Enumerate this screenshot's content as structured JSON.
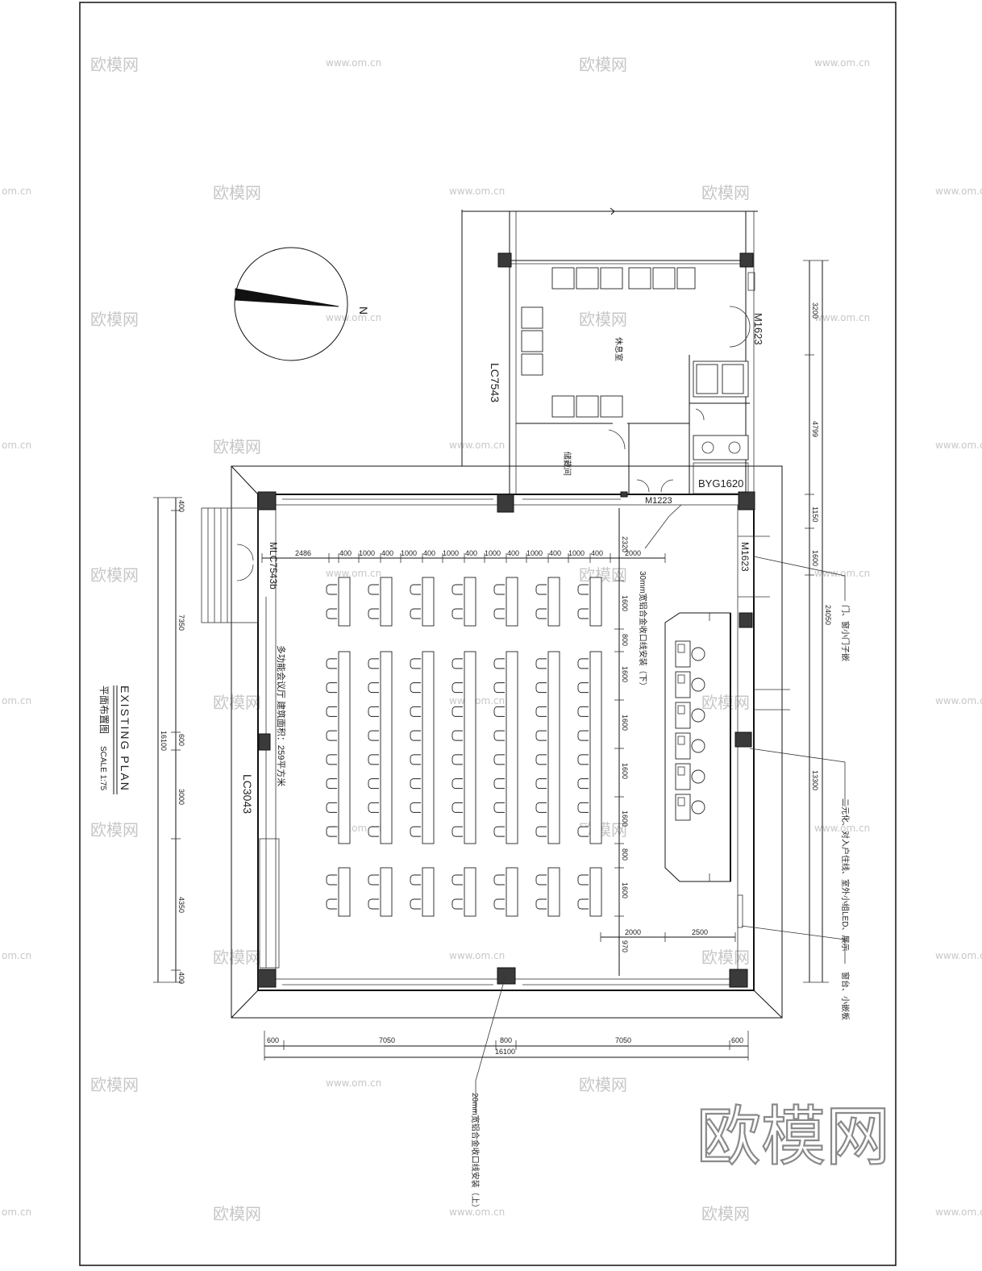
{
  "drawing": {
    "title_en": "EXISTING PLAN",
    "title_cn": "平面布置图",
    "scale": "SCALE 1:75",
    "north": "N"
  },
  "rooms": {
    "classroom_note": "多功能会议厅 建筑面积：259平方米",
    "lounge": "休息室",
    "storage": "储藏间",
    "label_right_top": "门、窗小门子嵌",
    "label_right_mid": "二元化、对入户住线、室外小组LED、展示",
    "label_right_bot": "窗台、小嵌板",
    "note_upper": "30mm宽铝合金收口线安装（下）",
    "note_bottom": "20mm宽铝合金收口线安装（上）"
  },
  "openings": {
    "mlc": "MLC7543b",
    "lc3043": "LC3043",
    "lc7543": "LC7543",
    "m1623_top": "M1623",
    "m1623_right": "M1623",
    "m1223": "M1223",
    "byg": "BYG1620"
  },
  "dims": {
    "left": [
      "400",
      "7350",
      "600",
      "3000",
      "4350",
      "400"
    ],
    "left_total": "16100",
    "bottom": [
      "600",
      "7050",
      "800",
      "7050",
      "600"
    ],
    "bottom_total": "16100",
    "top": [
      "2486",
      "400",
      "1000",
      "400",
      "1000",
      "400",
      "1000",
      "400",
      "1000",
      "400",
      "1000",
      "400",
      "1000",
      "400",
      "2000"
    ],
    "aisle_v": [
      "2320",
      "1600",
      "800",
      "1600",
      "1600",
      "1600",
      "1600",
      "800",
      "1600",
      "970"
    ],
    "bottom_inner": [
      "2000",
      "2500"
    ],
    "right": [
      "3200",
      "4799",
      "1150",
      "1600",
      "24050",
      "13300"
    ]
  },
  "watermarks": {
    "cn": "欧模网",
    "url": "www.om.cn",
    "url_short": "om.cn",
    "brand": "欧模网"
  }
}
